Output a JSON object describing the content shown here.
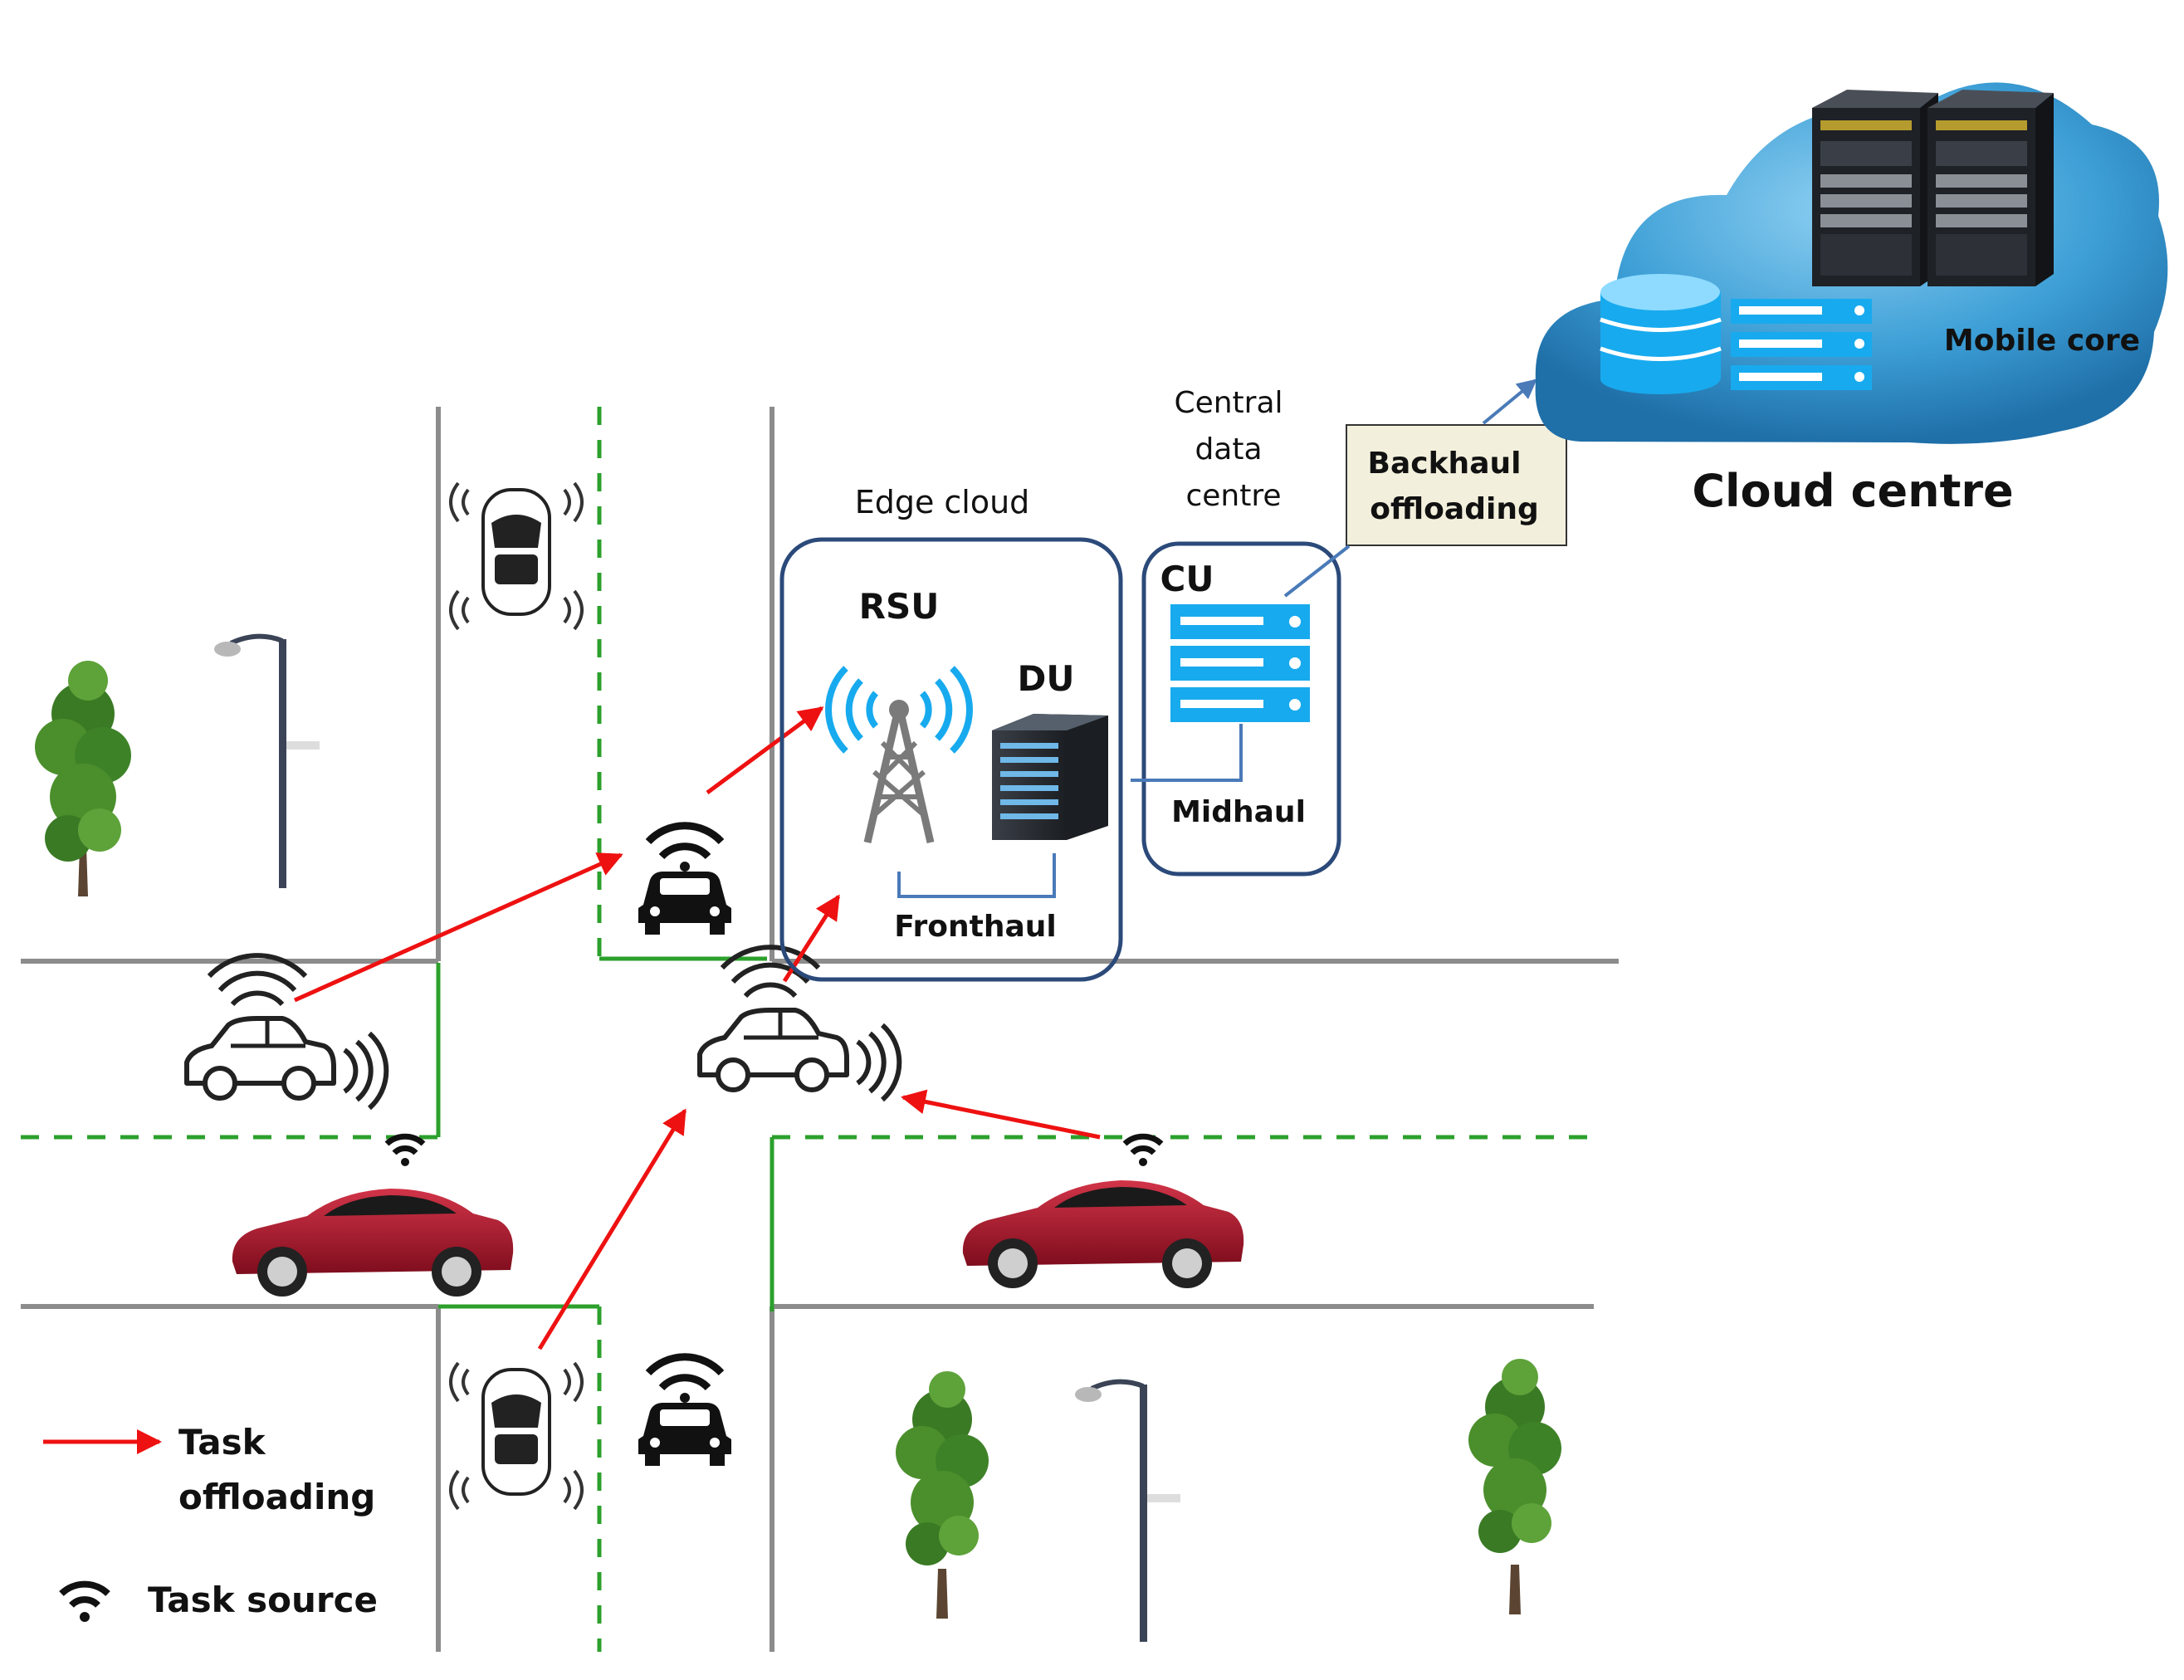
{
  "labels": {
    "edge_cloud": "Edge cloud",
    "rsu": "RSU",
    "du": "DU",
    "fronthaul": "Fronthaul",
    "central_data_centre_1": "Central",
    "central_data_centre_2": "data",
    "central_data_centre_3": "centre",
    "cu": "CU",
    "midhaul": "Midhaul",
    "backhaul_1": "Backhaul",
    "backhaul_2": "offloading",
    "mobile_core": "Mobile core",
    "cloud_centre": "Cloud centre"
  },
  "legend": {
    "task_offloading_1": "Task",
    "task_offloading_2": "offloading",
    "task_source": "Task source"
  },
  "colors": {
    "road": "#8c8c8c",
    "lane_dashed": "#2ca02c",
    "lane_solid": "#2ca02c",
    "offload_arrow": "#ee1111",
    "edge_box": "#2b4a7a",
    "link": "#4a7ab8",
    "cloud": "#3d9fd6",
    "car_red": "#a8152a",
    "server_blue": "#18aaee"
  }
}
